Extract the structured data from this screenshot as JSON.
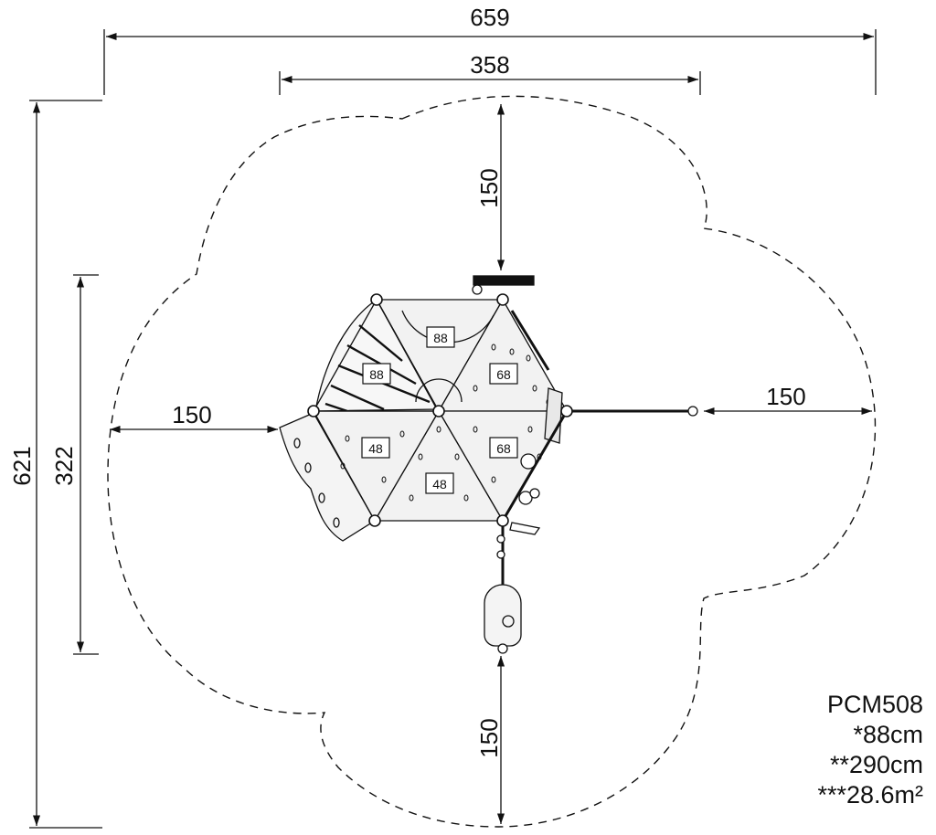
{
  "dimensions": {
    "overall_width": "659",
    "structure_width": "358",
    "overall_depth": "621",
    "structure_depth": "322",
    "clearance_top": "150",
    "clearance_left": "150",
    "clearance_right": "150",
    "clearance_bottom": "150"
  },
  "deck_labels": {
    "top_center": "88",
    "upper_left": "88",
    "upper_right": "68",
    "lower_left": "48",
    "lower_right": "68",
    "bottom_center": "48"
  },
  "product_info": {
    "model": "PCM508",
    "platform_height": "*88cm",
    "free_fall_height": "**290cm",
    "safety_area": "***28.6m²"
  },
  "colors": {
    "line": "#111111",
    "panel_fill": "#f2f2f2",
    "background": "#ffffff"
  }
}
